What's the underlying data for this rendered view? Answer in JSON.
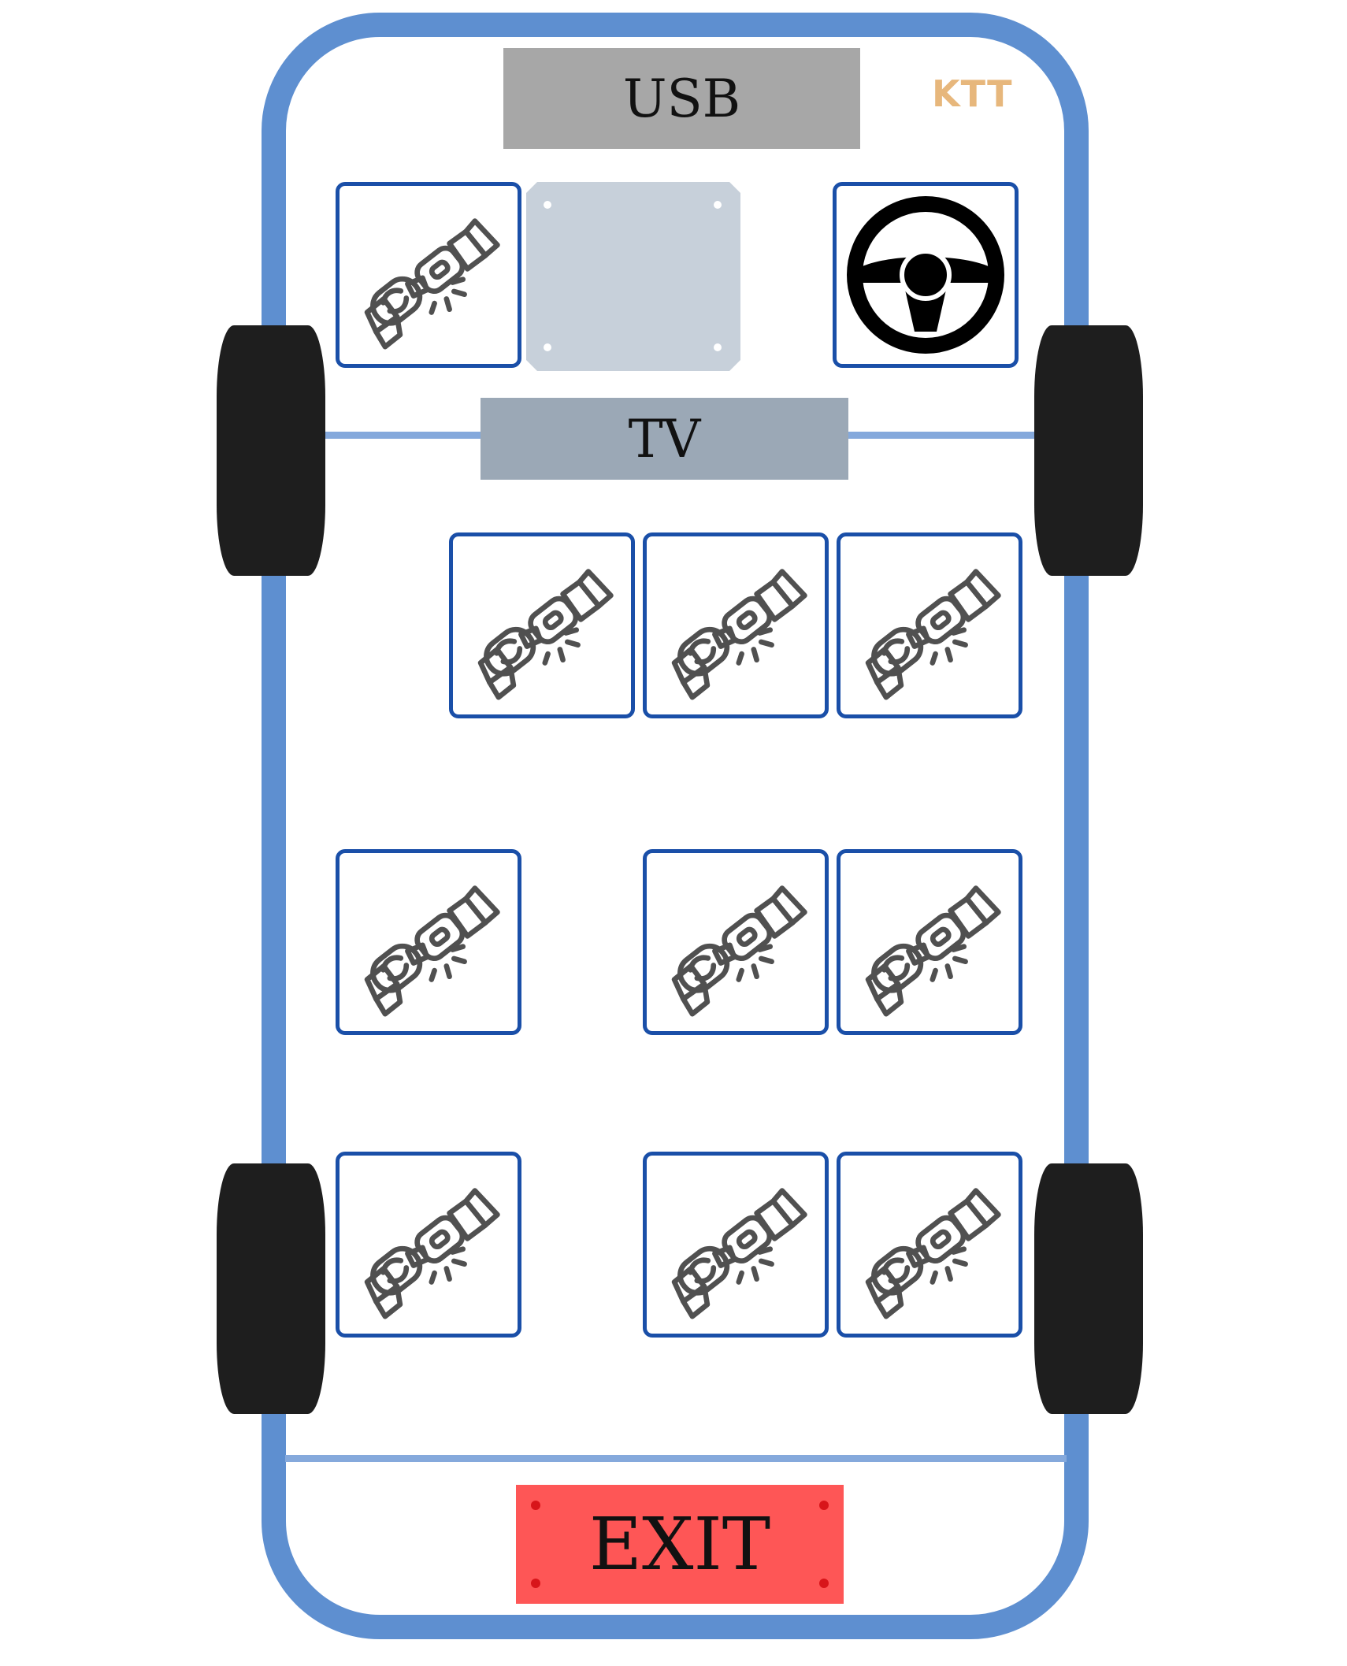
{
  "labels": {
    "usb": "USB",
    "tv": "TV",
    "exit": "EXIT",
    "brand": "KTT"
  },
  "colors": {
    "frame": "#5e8fd0",
    "axle": "#85a9dc",
    "wheel": "#1e1e1e",
    "usb_panel": "#a7a7a7",
    "tv_panel": "#9ba8b6",
    "exit_panel": "#fe5656",
    "seat_border": "#1a4fa8",
    "brand": "#e7b77c",
    "equipment_panel": "#c7d0da"
  },
  "seat_layout": [
    {
      "row": 1,
      "seats": [
        "seat",
        "panel",
        "empty",
        "driver"
      ]
    },
    {
      "row": 2,
      "seats": [
        "empty",
        "seat",
        "seat",
        "seat"
      ]
    },
    {
      "row": 3,
      "seats": [
        "seat",
        "empty",
        "seat",
        "seat"
      ]
    },
    {
      "row": 4,
      "seats": [
        "seat",
        "empty",
        "seat",
        "seat"
      ]
    }
  ],
  "icons": {
    "seat": "seatbelt-icon",
    "driver": "steering-wheel-icon"
  }
}
